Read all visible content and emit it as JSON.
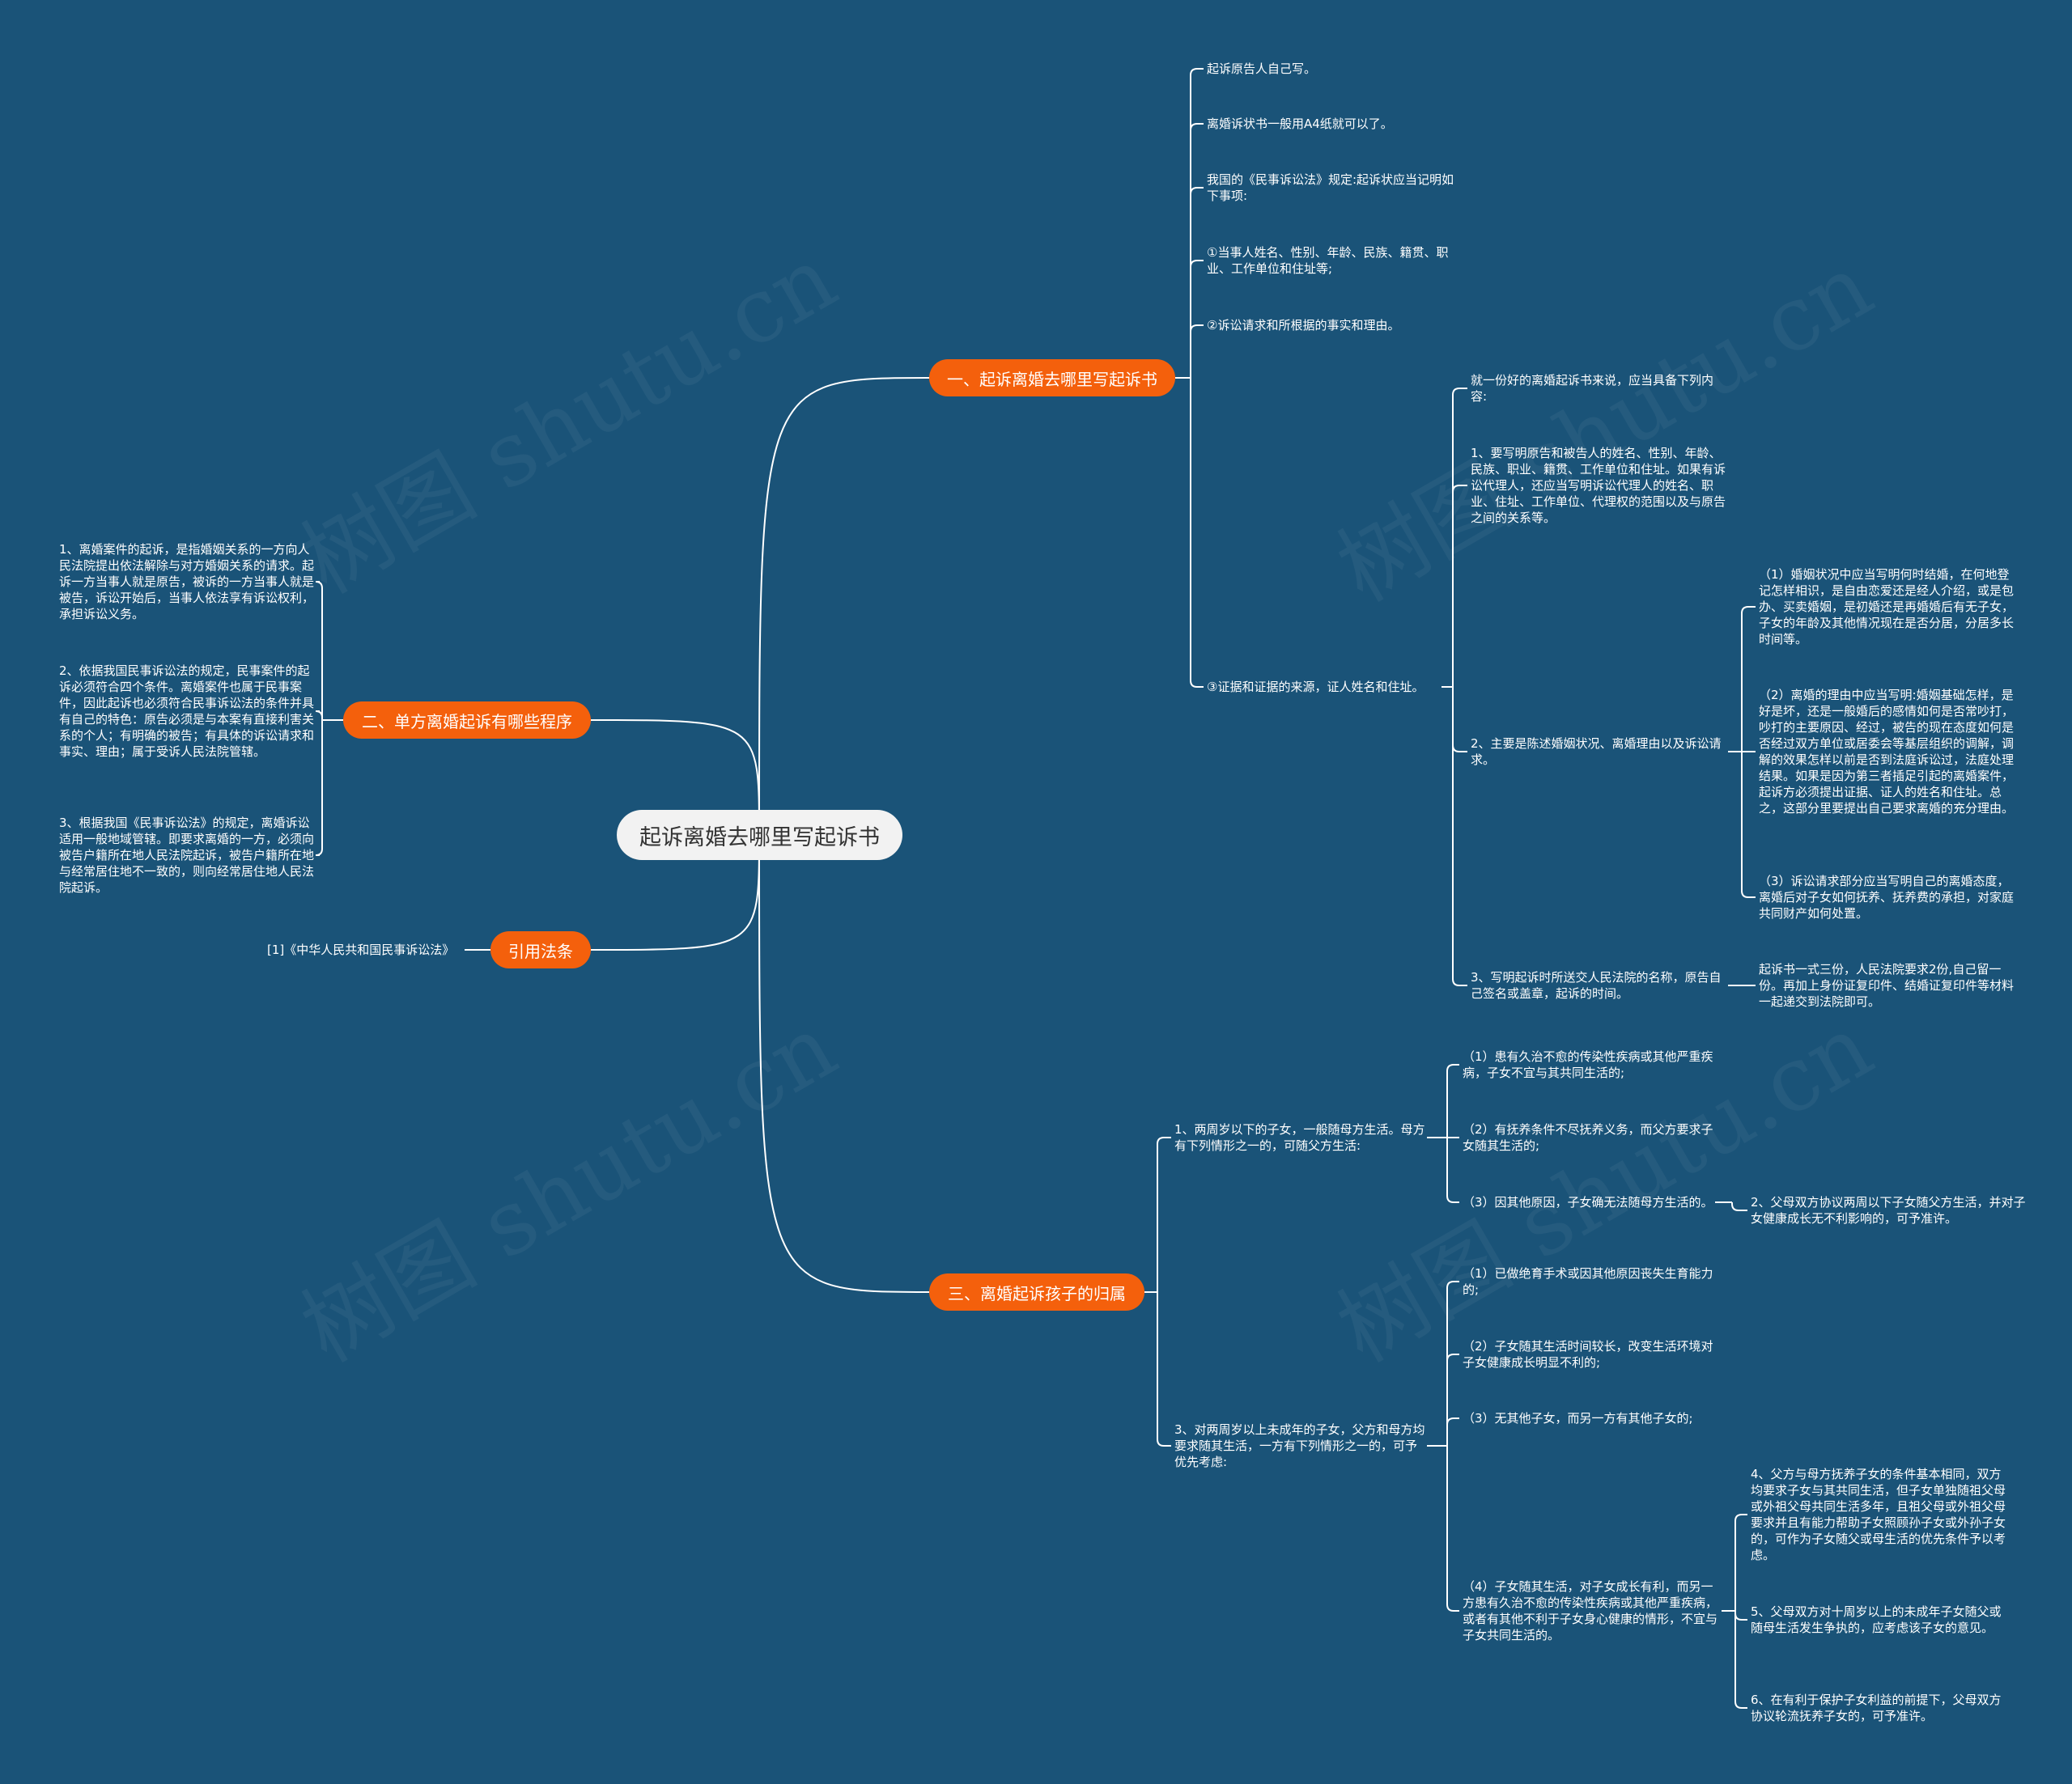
{
  "watermark": "树图 shutu.cn",
  "center": "起诉离婚去哪里写起诉书",
  "branch1": {
    "label": "一、起诉离婚去哪里写起诉书",
    "items": [
      "起诉原告人自己写。",
      "离婚诉状书一般用A4纸就可以了。",
      "我国的《民事诉讼法》规定:起诉状应当记明如下事项:",
      "①当事人姓名、性别、年龄、民族、籍贯、职业、工作单位和住址等;",
      "②诉讼请求和所根据的事实和理由。",
      "③证据和证据的来源，证人姓名和住址。"
    ],
    "evidence_children": [
      "就一份好的离婚起诉书来说，应当具备下列内容:",
      "1、要写明原告和被告人的姓名、性别、年龄、民族、职业、籍贯、工作单位和住址。如果有诉讼代理人，还应当写明诉讼代理人的姓名、职业、住址、工作单位、代理权的范围以及与原告之间的关系等。",
      "2、主要是陈述婚姻状况、离婚理由以及诉讼请求。",
      "3、写明起诉时所送交人民法院的名称，原告自己签名或盖章，起诉的时间。"
    ],
    "statement_children": [
      "（1）婚姻状况中应当写明何时结婚，在何地登记怎样相识，是自由恋爱还是经人介绍，或是包办、买卖婚姻，是初婚还是再婚婚后有无子女，子女的年龄及其他情况现在是否分居，分居多长时间等。",
      "（2）离婚的理由中应当写明:婚姻基础怎样，是好是坏，还是一般婚后的感情如何是否常吵打，吵打的主要原因、经过，被告的现在态度如何是否经过双方单位或居委会等基层组织的调解，调解的效果怎样以前是否到法庭诉讼过，法庭处理结果。如果是因为第三者插足引起的离婚案件，起诉方必须提出证据、证人的姓名和住址。总之，这部分里要提出自己要求离婚的充分理由。",
      "（3）诉讼请求部分应当写明自己的离婚态度，离婚后对子女如何抚养、抚养费的承担，对家庭共同财产如何处置。"
    ],
    "court_child": "起诉书一式三份，人民法院要求2份,自己留一份。再加上身份证复印件、结婚证复印件等材料一起递交到法院即可。"
  },
  "branch2": {
    "label": "二、单方离婚起诉有哪些程序",
    "items": [
      "1、离婚案件的起诉，是指婚姻关系的一方向人民法院提出依法解除与对方婚姻关系的请求。起诉一方当事人就是原告，被诉的一方当事人就是被告，诉讼开始后，当事人依法享有诉讼权利，承担诉讼义务。",
      "2、依据我国民事诉讼法的规定，民事案件的起诉必须符合四个条件。离婚案件也属于民事案件，因此起诉也必须符合民事诉讼法的条件并具有自己的特色：原告必须是与本案有直接利害关系的个人；有明确的被告；有具体的诉讼请求和事实、理由；属于受诉人民法院管辖。",
      "3、根据我国《民事诉讼法》的规定，离婚诉讼适用一般地域管辖。即要求离婚的一方，必须向被告户籍所在地人民法院起诉，被告户籍所在地与经常居住地不一致的，则向经常居住地人民法院起诉。"
    ]
  },
  "citation": {
    "label": "引用法条",
    "item": "[1]《中华人民共和国民事诉讼法》"
  },
  "branch3": {
    "label": "三、离婚起诉孩子的归属",
    "item1": "1、两周岁以下的子女，一般随母方生活。母方有下列情形之一的，可随父方生活:",
    "item1_children": [
      "（1）患有久治不愈的传染性疾病或其他严重疾病，子女不宜与其共同生活的;",
      "（2）有抚养条件不尽抚养义务，而父方要求子女随其生活的;",
      "（3）因其他原因，子女确无法随母方生活的。"
    ],
    "item2": "2、父母双方协议两周以下子女随父方生活，并对子女健康成长无不利影响的，可予准许。",
    "item3": "3、对两周岁以上未成年的子女，父方和母方均要求随其生活，一方有下列情形之一的，可予优先考虑:",
    "item3_children": [
      "（1）已做绝育手术或因其他原因丧失生育能力的;",
      "（2）子女随其生活时间较长，改变生活环境对子女健康成长明显不利的;",
      "（3）无其他子女，而另一方有其他子女的;",
      "（4）子女随其生活，对子女成长有利，而另一方患有久治不愈的传染性疾病或其他严重疾病，或者有其他不利于子女身心健康的情形，不宜与子女共同生活的。"
    ],
    "item4_children": [
      "4、父方与母方抚养子女的条件基本相同，双方均要求子女与其共同生活，但子女单独随祖父母或外祖父母共同生活多年，且祖父母或外祖父母要求并且有能力帮助子女照顾孙子女或外孙子女的，可作为子女随父或母生活的优先条件予以考虑。",
      "5、父母双方对十周岁以上的未成年子女随父或随母生活发生争执的，应考虑该子女的意见。",
      "6、在有利于保护子女利益的前提下，父母双方协议轮流抚养子女的，可予准许。"
    ]
  },
  "colors": {
    "background": "#1a5378",
    "branch": "#f4600c",
    "center": "#f2f2f2",
    "line": "#ffffff"
  }
}
